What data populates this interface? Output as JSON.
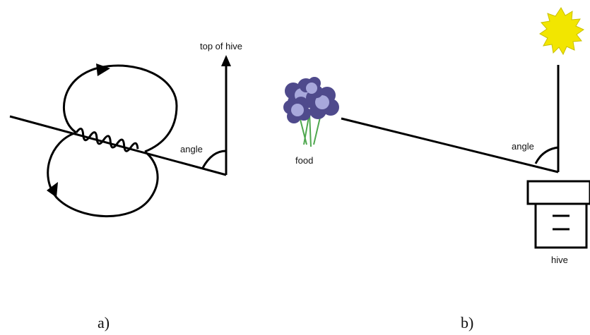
{
  "panel_a": {
    "top_label": "top of hive",
    "angle_label": "angle",
    "caption": "a)"
  },
  "panel_b": {
    "food_label": "food",
    "angle_label": "angle",
    "hive_label": "hive",
    "caption": "b)"
  },
  "colors": {
    "line": "#000000",
    "sun_fill": "#f2e600",
    "sun_stroke": "#c9c000",
    "flower_petal": "#4f4a8c",
    "flower_center": "#a8a8dc",
    "stem": "#4fa84f"
  },
  "icons": {
    "sun": "sun-icon",
    "flowers": "flower-bunch-icon",
    "hive": "beehive-icon"
  }
}
